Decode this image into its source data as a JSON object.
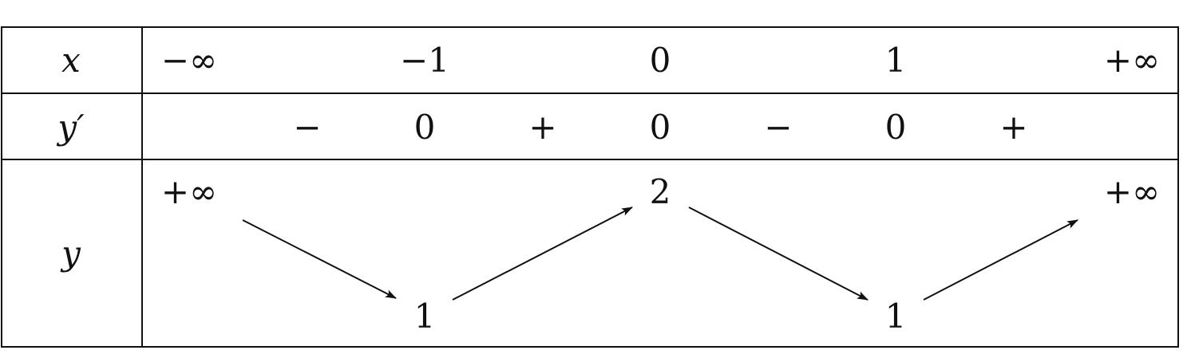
{
  "table": {
    "row_headers": {
      "x": "x",
      "y_prime": "y′",
      "y": "y"
    },
    "x_values": [
      "−∞",
      "−1",
      "0",
      "1",
      "+∞"
    ],
    "derivative_signs": [
      "−",
      "0",
      "+",
      "0",
      "−",
      "0",
      "+"
    ],
    "y_values": {
      "left": "+∞",
      "min1": "1",
      "max": "2",
      "min2": "1",
      "right": "+∞"
    }
  }
}
